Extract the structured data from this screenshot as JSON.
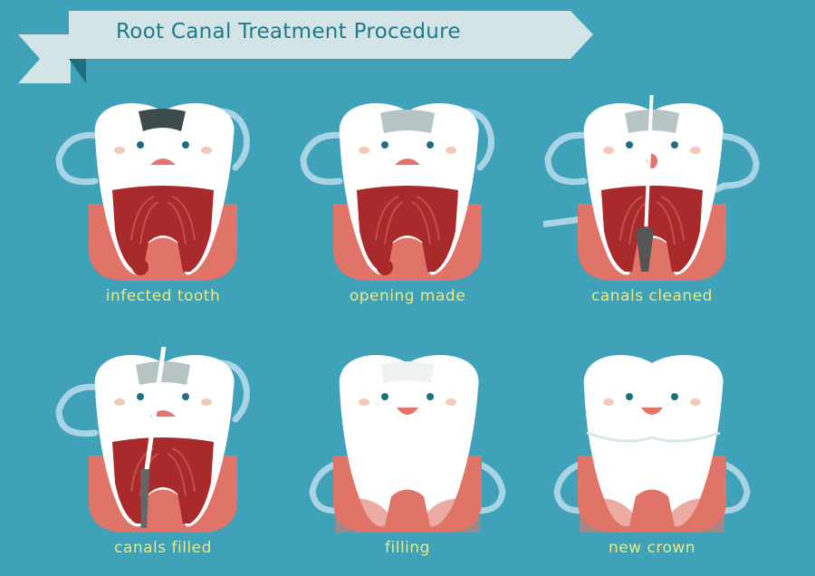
{
  "title": "Root Canal Treatment Procedure",
  "colors": {
    "background": "#3fa2b8",
    "banner": "#d2e4e6",
    "title_text": "#1f7b8a",
    "label_text": "#ece77f",
    "gum": "#e07468",
    "pulp": "#a82a2a",
    "arm": "#a8d4e6"
  },
  "steps": [
    {
      "label": "infected tooth",
      "icon": "infected-tooth-icon"
    },
    {
      "label": "opening made",
      "icon": "opened-tooth-icon"
    },
    {
      "label": "canals cleaned",
      "icon": "cleaned-canals-tooth-icon"
    },
    {
      "label": "canals filled",
      "icon": "filled-canals-tooth-icon"
    },
    {
      "label": "filling",
      "icon": "filled-tooth-icon"
    },
    {
      "label": "new crown",
      "icon": "crowned-tooth-icon"
    }
  ]
}
